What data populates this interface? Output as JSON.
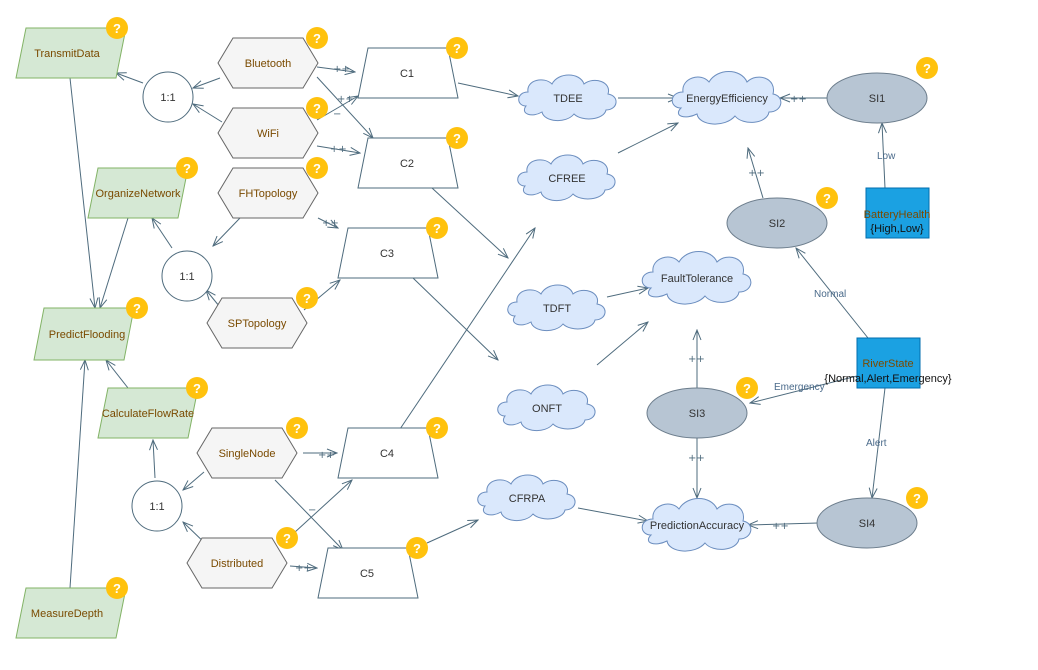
{
  "goals": {
    "transmit_data": "TransmitData",
    "organize_network": "OrganizeNetwork",
    "predict_flooding": "PredictFlooding",
    "calculate_flow_rate": "CalculateFlowRate",
    "measure_depth": "MeasureDepth"
  },
  "options": {
    "bluetooth": "Bluetooth",
    "wifi": "WiFi",
    "fh_topology": "FHTopology",
    "sp_topology": "SPTopology",
    "single_node": "SingleNode",
    "distributed": "Distributed"
  },
  "ratios": {
    "top": "1:1",
    "middle": "1:1",
    "bottom": "1:1"
  },
  "contexts": {
    "c1": "C1",
    "c2": "C2",
    "c3": "C3",
    "c4": "C4",
    "c5": "C5"
  },
  "claims": {
    "tdee": "TDEE",
    "cfree": "CFREE",
    "tdft": "TDFT",
    "onft": "ONFT",
    "cfrpa": "CFRPA"
  },
  "softgoals": {
    "energy_efficiency": "EnergyEfficiency",
    "fault_tolerance": "FaultTolerance",
    "prediction_accuracy": "PredictionAccuracy"
  },
  "states": {
    "si1": "SI1",
    "si2": "SI2",
    "si3": "SI3",
    "si4": "SI4"
  },
  "variables": {
    "battery_health_name": "BatteryHealth",
    "battery_health_values": "{High,Low}",
    "river_state_name": "RiverState",
    "river_state_values": "{Normal,Alert,Emergency}"
  },
  "edge_labels": {
    "low": "Low",
    "normal": "Normal",
    "emergency": "Emergency",
    "alert": "Alert"
  },
  "markers": {
    "question": "?",
    "plus_plus": "++",
    "minus": "−"
  },
  "colors": {
    "goal_fill": "#d5e8d4",
    "option_fill": "#f5f5f5",
    "cloud_fill": "#dae8fc",
    "state_fill": "#b7c5d3",
    "variable_fill": "#1ba1e2",
    "question_badge": "#ffc20e",
    "edge": "#4e6b7d"
  }
}
